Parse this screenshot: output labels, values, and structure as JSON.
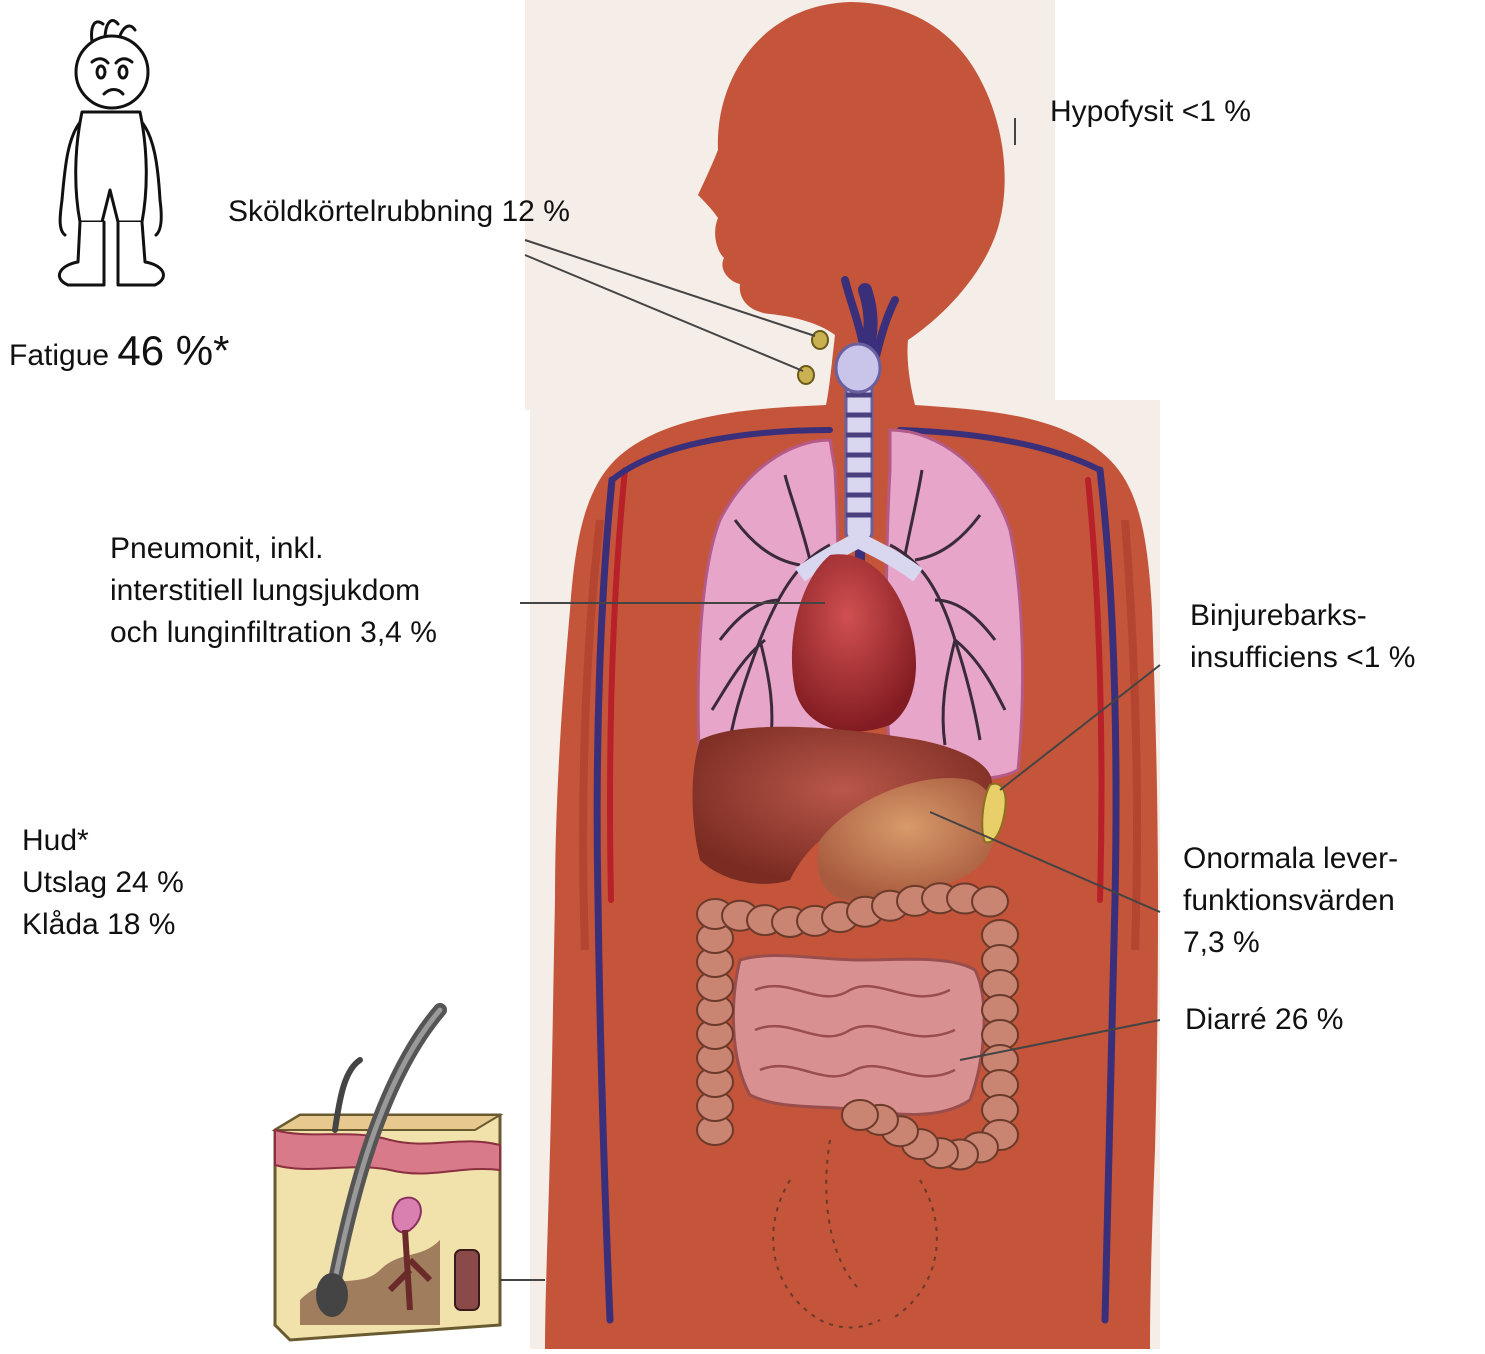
{
  "labels": {
    "fatigue": {
      "text": "Fatigue",
      "value": "46 %*"
    },
    "pituitary": "Hypofysit <1 %",
    "thyroid": "Sköldkörtelrubbning 12 %",
    "pneumonitis": [
      "Pneumonit, inkl.",
      "interstitiell lungsjukdom",
      "och lunginfiltration 3,4 %"
    ],
    "adrenal": [
      "Binjurebarks-",
      "insufficiens <1 %"
    ],
    "skin": [
      "Hud*",
      "Utslag 24 %",
      "Klåda 18 %"
    ],
    "liver": [
      "Onormala lever-",
      "funktionsvärden",
      "7,3 %"
    ],
    "diarrhea": "Diarré 26 %"
  },
  "colors": {
    "body": "#c4553a",
    "lung": "#e7a6c9",
    "heart": "#a8262c",
    "liver": "#8e3a2c",
    "intestine": "#c98472",
    "vein": "#3a2f7a",
    "skin_box": "#f1e2ab"
  },
  "icons": [
    "tired-person-icon",
    "skin-cross-section-icon"
  ]
}
